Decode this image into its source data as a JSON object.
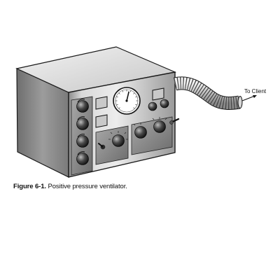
{
  "figure": {
    "callout_label": "To Client",
    "caption_number": "Figure 6-1.",
    "caption_text": "Positive pressure ventilator."
  },
  "gauge": {
    "needle_value": 0.55
  }
}
